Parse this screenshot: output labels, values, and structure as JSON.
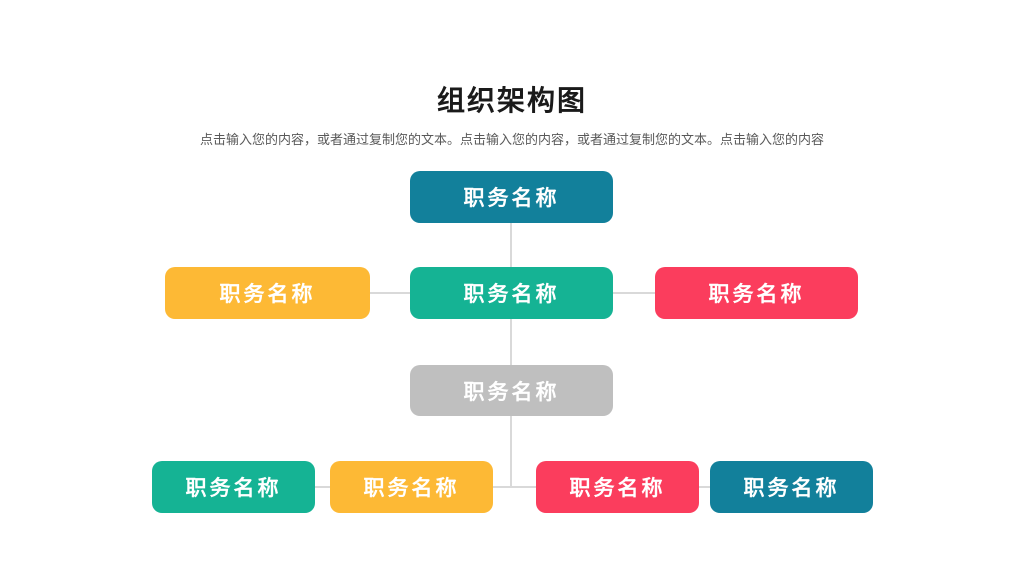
{
  "slide": {
    "title": "组织架构图",
    "subtitle": "点击输入您的内容，或者通过复制您的文本。点击输入您的内容，或者通过复制您的文本。点击输入您的内容"
  },
  "colors": {
    "teal": "#12809b",
    "green": "#15b394",
    "orange": "#fdb935",
    "red": "#fb3d5d",
    "gray": "#bfbfbf",
    "connector": "#d9d9d9",
    "title_text": "#1a1a1a",
    "subtitle_text": "#595959",
    "box_text": "#ffffff"
  },
  "org_chart": {
    "type": "org-tree",
    "nodes": [
      {
        "id": "root",
        "level": 1,
        "label": "职务名称",
        "color": "teal"
      },
      {
        "id": "l2-left",
        "level": 2,
        "label": "职务名称",
        "color": "orange"
      },
      {
        "id": "l2-center",
        "level": 2,
        "label": "职务名称",
        "color": "green"
      },
      {
        "id": "l2-right",
        "level": 2,
        "label": "职务名称",
        "color": "red"
      },
      {
        "id": "l3-center",
        "level": 3,
        "label": "职务名称",
        "color": "gray"
      },
      {
        "id": "l4-1",
        "level": 4,
        "label": "职务名称",
        "color": "green"
      },
      {
        "id": "l4-2",
        "level": 4,
        "label": "职务名称",
        "color": "orange"
      },
      {
        "id": "l4-3",
        "level": 4,
        "label": "职务名称",
        "color": "red"
      },
      {
        "id": "l4-4",
        "level": 4,
        "label": "职务名称",
        "color": "teal"
      }
    ]
  }
}
